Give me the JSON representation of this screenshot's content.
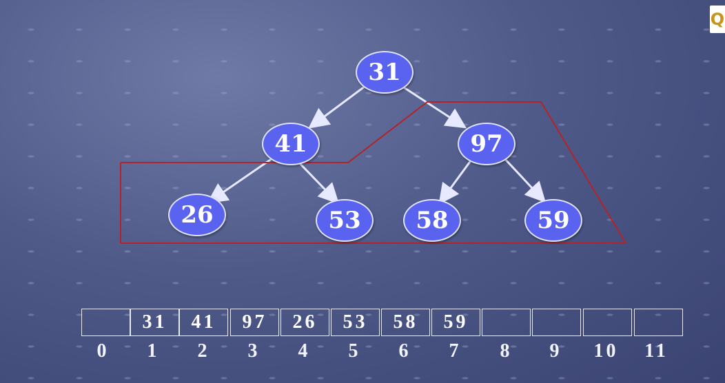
{
  "tree": {
    "nodes": [
      {
        "id": "n1",
        "label": "31"
      },
      {
        "id": "n2",
        "label": "41"
      },
      {
        "id": "n3",
        "label": "97"
      },
      {
        "id": "n4",
        "label": "26"
      },
      {
        "id": "n5",
        "label": "53"
      },
      {
        "id": "n6",
        "label": "58"
      },
      {
        "id": "n7",
        "label": "59"
      }
    ],
    "edges": [
      [
        "n1",
        "n2"
      ],
      [
        "n1",
        "n3"
      ],
      [
        "n2",
        "n4"
      ],
      [
        "n2",
        "n5"
      ],
      [
        "n3",
        "n6"
      ],
      [
        "n3",
        "n7"
      ]
    ],
    "highlight_color": "#b0242a",
    "node_color": "#5a63f0"
  },
  "array": {
    "cells": [
      "",
      "31",
      "41",
      "97",
      "26",
      "53",
      "58",
      "59",
      "",
      "",
      "",
      ""
    ],
    "indices": [
      "0",
      "1",
      "2",
      "3",
      "4",
      "5",
      "6",
      "7",
      "8",
      "9",
      "10",
      "11"
    ]
  },
  "logo": {
    "text": "Q"
  }
}
